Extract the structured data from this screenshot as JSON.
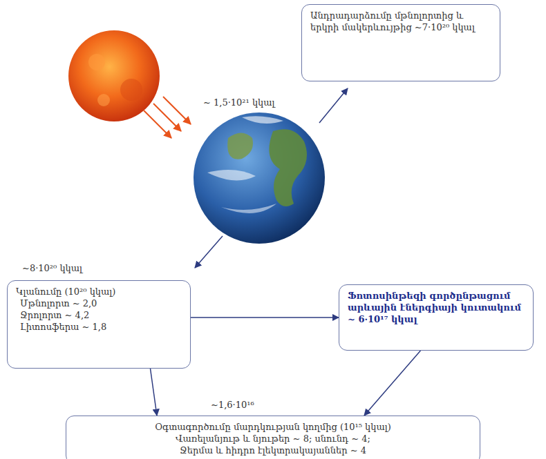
{
  "diagram": {
    "nodes": [
      {
        "text": [
          "Անդրադարձումը մթնոլորտից և երկրի մակերևույթից ~7·10²⁰ կկալ"
        ]
      },
      {
        "text": [
          "~8·10²⁰ կկալ",
          "Կլանումը (10²⁰ կկալ)",
          "Մթնոլորտ ~ 2,0",
          "Ջրոլորտ ~ 4,2",
          "Լիտոսֆերա ~ 1,8"
        ]
      },
      {
        "text": [
          "Ֆոտոսինթեզի գործընթացում արևային էներգիայի կուտակում ~ 6·10¹⁷ կկալ"
        ]
      },
      {
        "text": [
          "~1,6·10¹⁶",
          "Օգտագործումը մարդկության կողմից (10¹⁵ կկալ)",
          "Վառելանյութ և նյութեր ~ 8; սնունդ ~ 4;",
          "Ջերմա և հիդրո էլեկտրակայաններ ~ 4"
        ]
      }
    ],
    "edges": [
      {
        "from": 1,
        "to": 2,
        "arrow": "to"
      },
      {
        "from": 1,
        "to": 3,
        "arrow": "to"
      },
      {
        "from": 2,
        "to": 3,
        "arrow": "to"
      }
    ],
    "labels": [
      "~ 1,5·10²¹ կկալ"
    ]
  }
}
